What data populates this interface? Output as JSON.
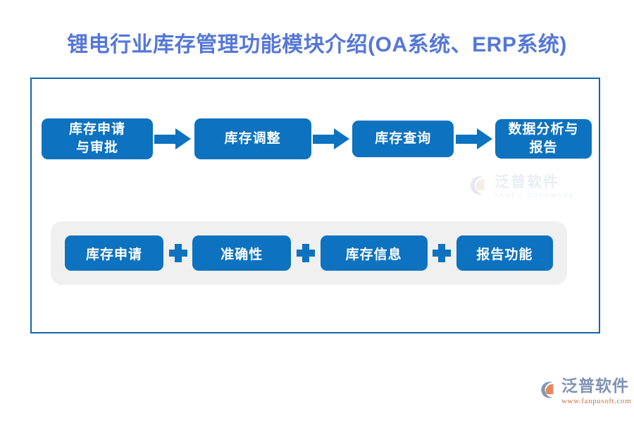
{
  "slide": {
    "title": "锂电行业库存管理功能模块介绍(OA系统、ERP系统)",
    "title_color": "#5577d8",
    "frame_border_color": "#1266ab",
    "accent_color": "#0d72bf",
    "panel_bg_color": "#f0f0f0",
    "background_color": "#ffffff"
  },
  "flow": {
    "steps": [
      {
        "line1": "库存申请",
        "line2": "与审批"
      },
      {
        "line1": "库存调整",
        "line2": ""
      },
      {
        "line1": "库存查询",
        "line2": ""
      },
      {
        "line1": "数据分析与",
        "line2": "报告"
      }
    ],
    "connector_icon": "arrow-right-icon"
  },
  "tags": {
    "items": [
      {
        "label": "库存申请"
      },
      {
        "label": "准确性"
      },
      {
        "label": "库存信息"
      },
      {
        "label": "报告功能"
      }
    ],
    "separator_icon": "plus-icon",
    "separator_symbol": "+"
  },
  "watermark": {
    "brand_cn": "泛普软件",
    "brand_en": "FANPU SOFTWARE",
    "mark_icon": "fanpu-logo-icon"
  },
  "footer_logo": {
    "brand_cn": "泛普软件",
    "url": "www.fanpusoft.com",
    "mark_icon": "fanpu-logo-icon"
  }
}
